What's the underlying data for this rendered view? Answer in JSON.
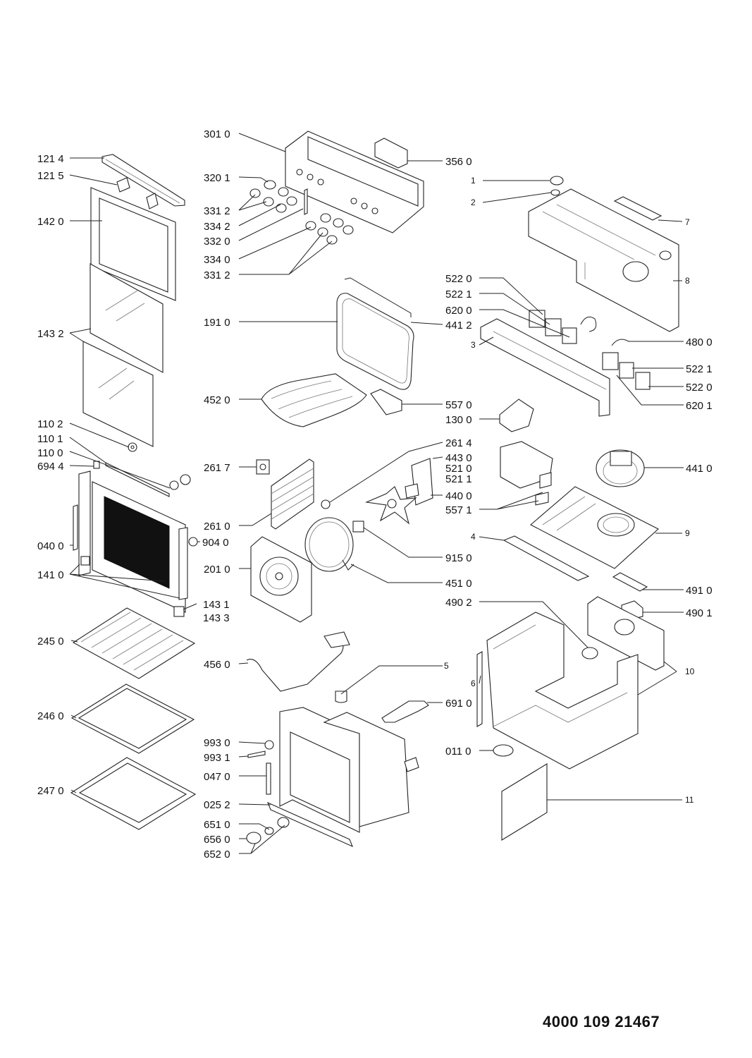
{
  "document_number": "4000 109 21467",
  "callouts": {
    "c1214": "121 4",
    "c1215": "121 5",
    "c1420": "142 0",
    "c1432": "143 2",
    "c1102": "110 2",
    "c1101": "110 1",
    "c1100": "110 0",
    "c6944": "694 4",
    "c0400": "040 0",
    "c1410": "141 0",
    "c1431": "143 1",
    "c1433": "143 3",
    "c2450": "245 0",
    "c2460": "246 0",
    "c2470": "247 0",
    "c3010": "301 0",
    "c3201": "320 1",
    "c3312a": "331 2",
    "c3342": "334 2",
    "c3320": "332 0",
    "c3340": "334 0",
    "c3312b": "331 2",
    "c3560": "356 0",
    "c1910": "191 0",
    "c4412": "441 2",
    "c4520": "452 0",
    "c5570": "557 0",
    "c2617": "261 7",
    "c2614": "261 4",
    "c4430": "443 0",
    "c5210": "521 0",
    "c5211": "521 1",
    "c4400": "440 0",
    "c2610": "261 0",
    "c9040": "904 0",
    "c2010": "201 0",
    "c9150": "915 0",
    "c4510": "451 0",
    "c4560": "456 0",
    "c5": "5",
    "c6910": "691 0",
    "c9930": "993 0",
    "c9931": "993 1",
    "c0470": "047 0",
    "c0252": "025 2",
    "c6510": "651 0",
    "c6560": "656 0",
    "c6520": "652 0",
    "c1": "1",
    "c2": "2",
    "c7": "7",
    "c8": "8",
    "c5220a": "522 0",
    "c5221a": "522 1",
    "c6200": "620 0",
    "c3": "3",
    "c4800": "480 0",
    "c5221b": "522 1",
    "c5220b": "522 0",
    "c6201": "620 1",
    "c1300": "130 0",
    "c4410": "441 0",
    "c5571": "557 1",
    "c4": "4",
    "c9": "9",
    "c4910": "491 0",
    "c4902": "490 2",
    "c4901": "490 1",
    "c6": "6",
    "c10": "10",
    "c0110": "011 0",
    "c11": "11"
  }
}
